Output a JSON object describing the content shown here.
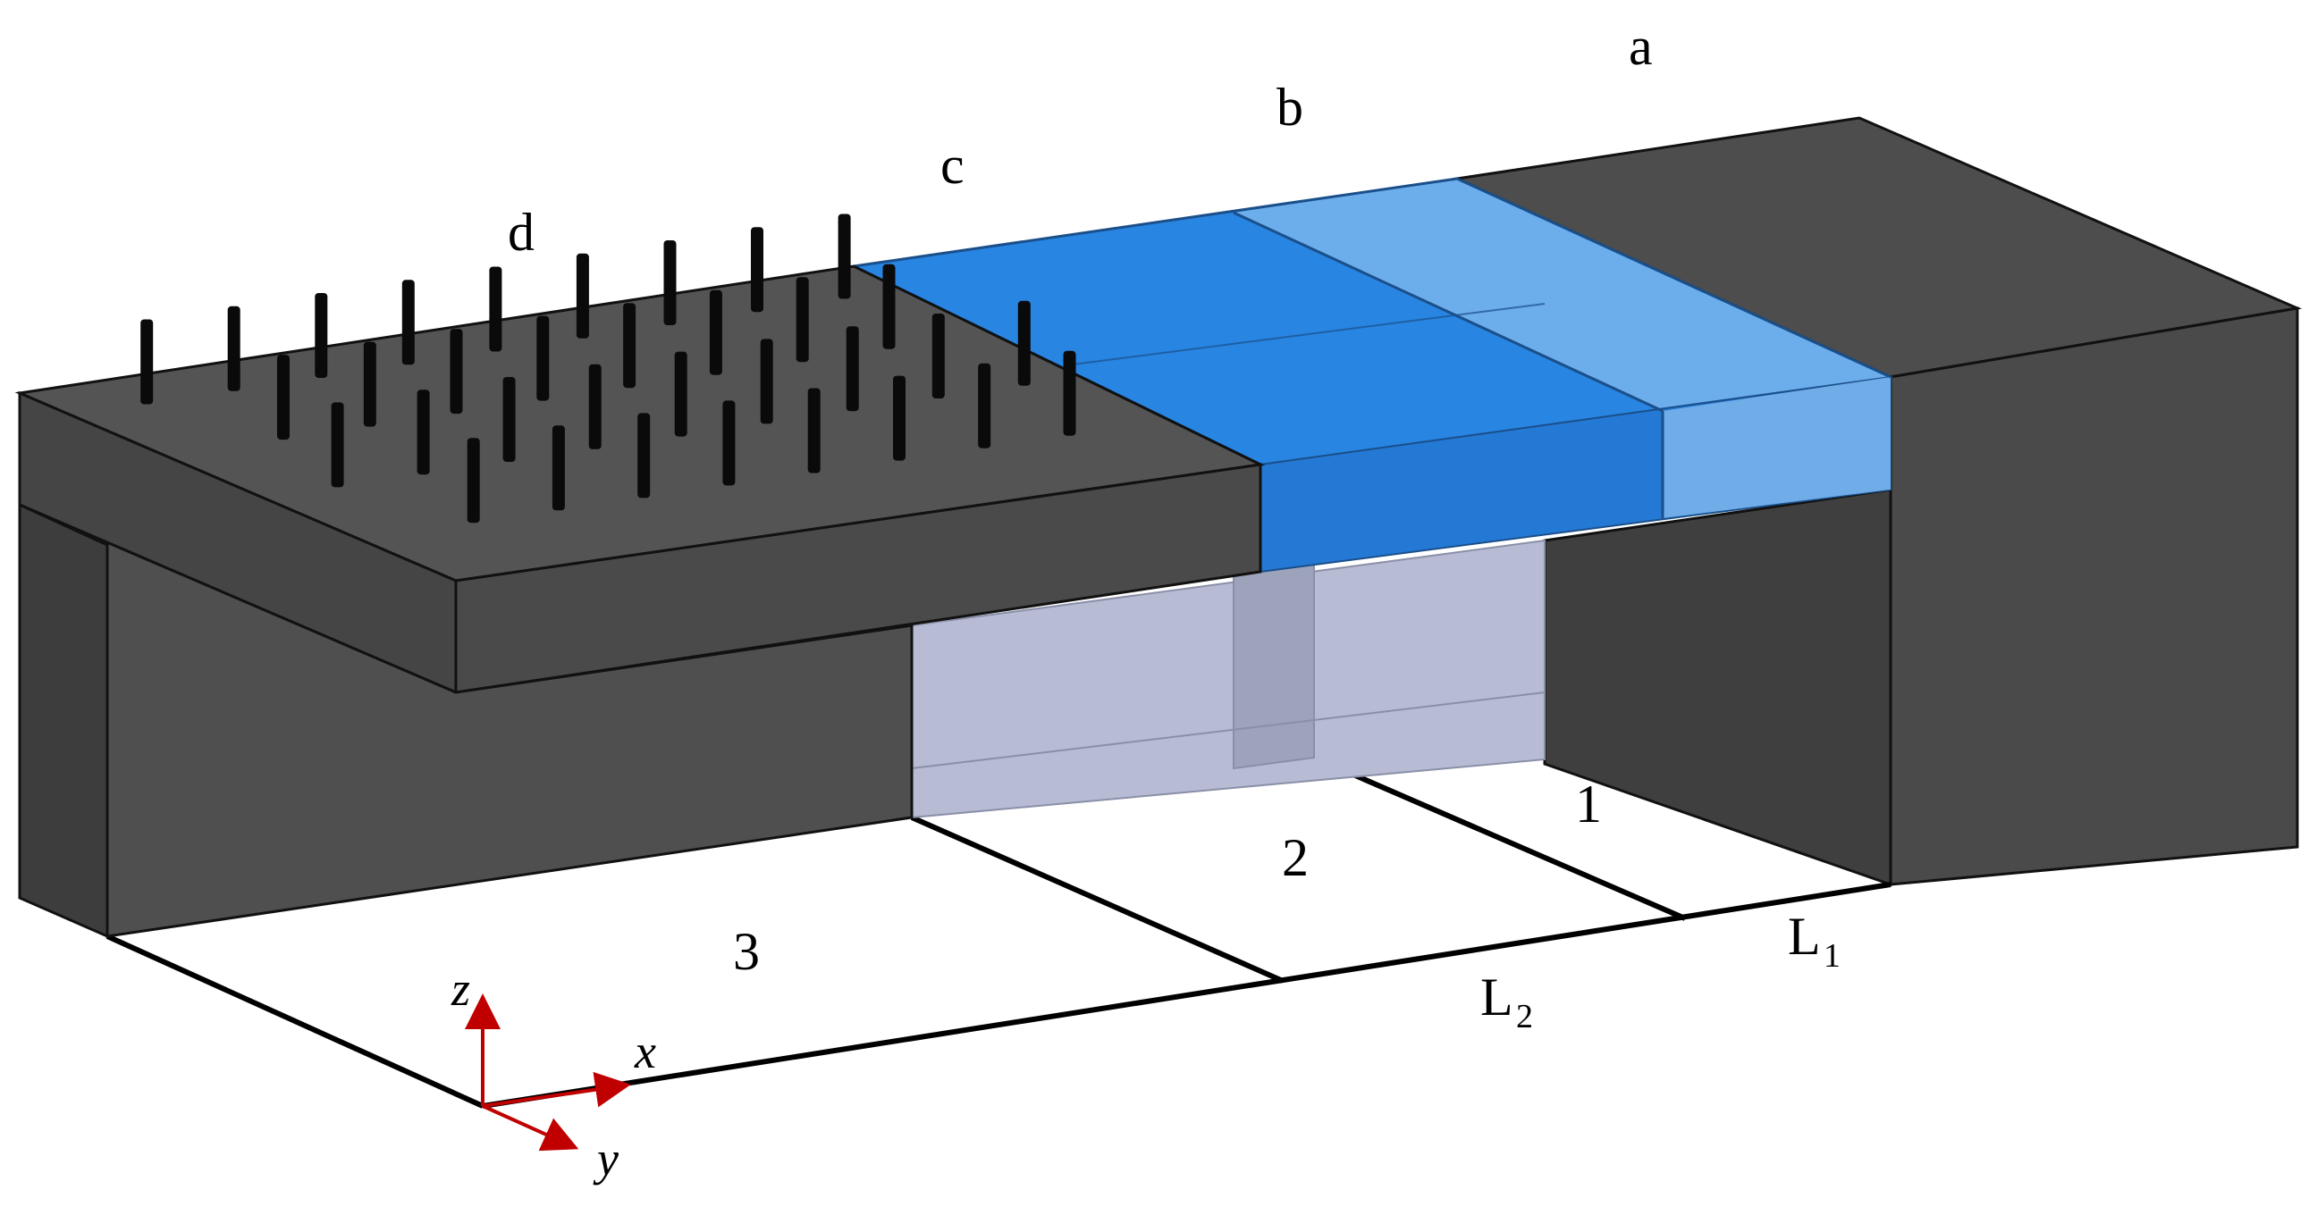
{
  "labels": {
    "region_a": "a",
    "region_b": "b",
    "region_c": "c",
    "region_d": "d",
    "zone_1": "1",
    "zone_2": "2",
    "zone_3": "3",
    "length_1_main": "L",
    "length_1_sub": "1",
    "length_2_main": "L",
    "length_2_sub": "2"
  },
  "axes": {
    "x": "x",
    "y": "y",
    "z": "z",
    "color": "#c00000"
  },
  "colors": {
    "block_dark": "#4a4a4a",
    "block_top": "#555555",
    "block_side": "#404040",
    "water_blue": "#1f7fe0",
    "water_light": "#5fa2e6",
    "pit_gray": "#aab0cc",
    "pillar": "#0a0a0a"
  }
}
